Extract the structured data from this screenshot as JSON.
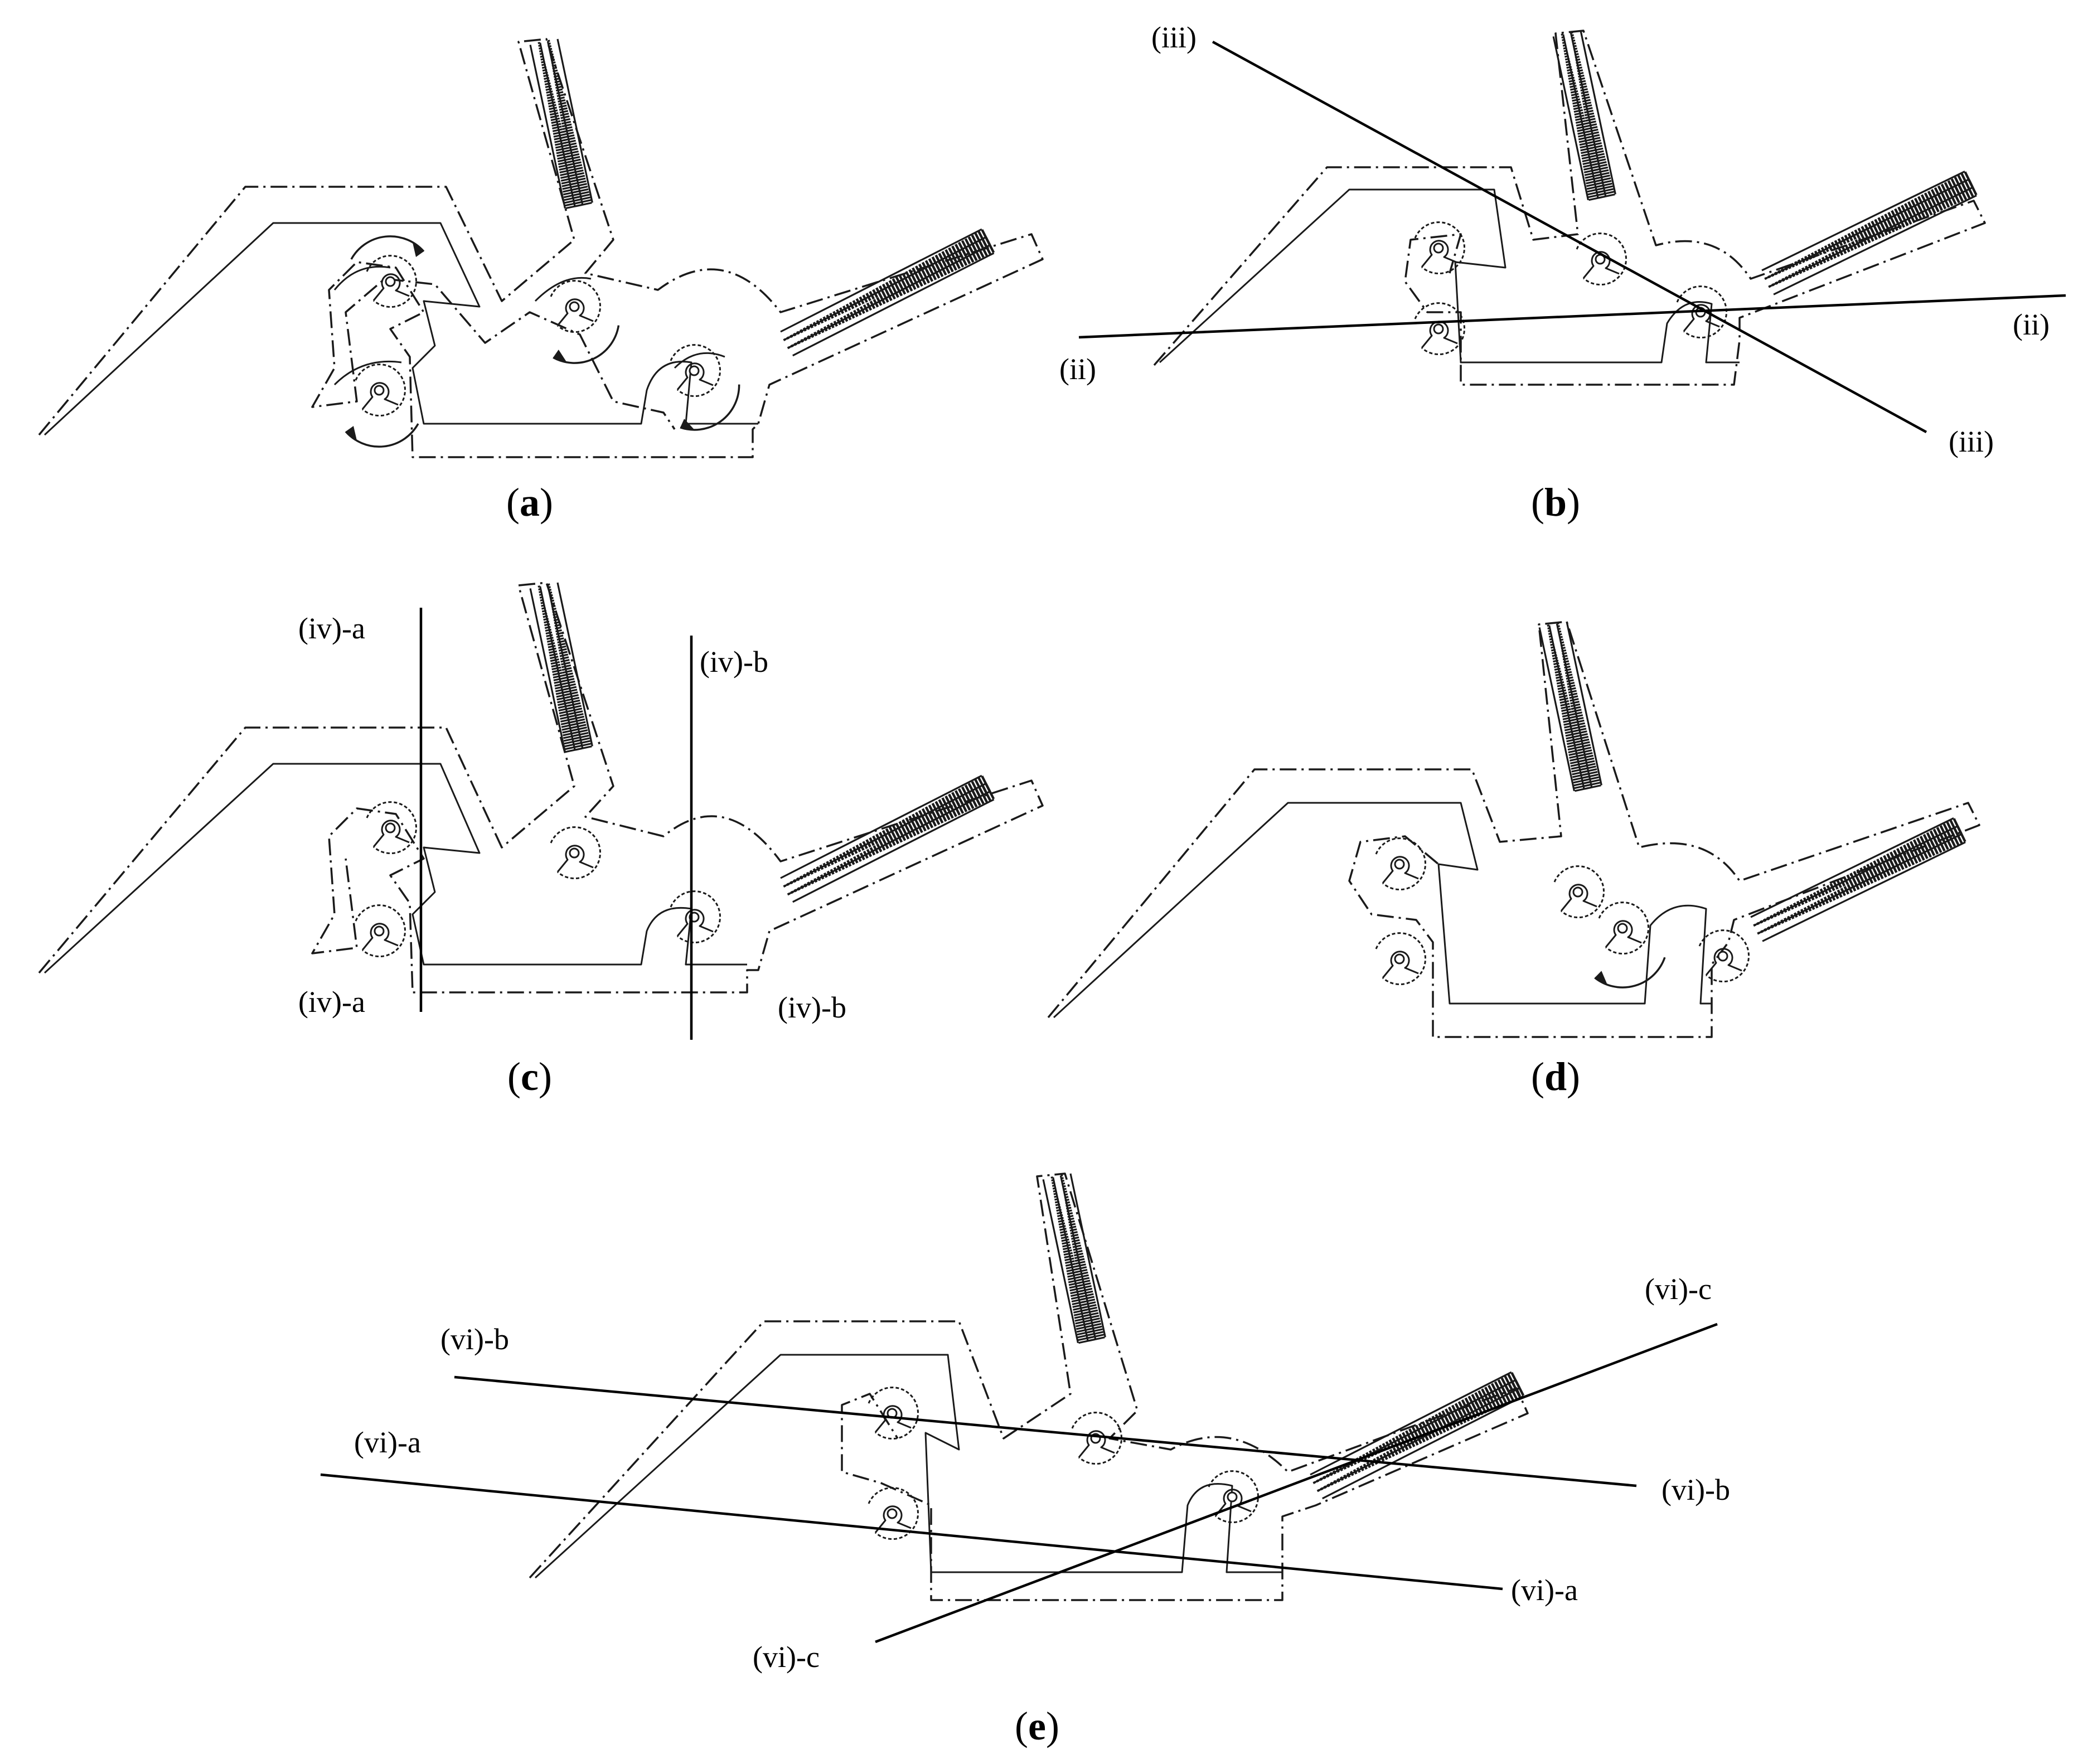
{
  "panels": [
    {
      "letter": "a",
      "caption_open": "(",
      "caption_close": ")",
      "hinge_arrows": "rotation-arrow-icon"
    },
    {
      "letter": "b",
      "caption_open": "(",
      "caption_close": ")"
    },
    {
      "letter": "c",
      "caption_open": "(",
      "caption_close": ")"
    },
    {
      "letter": "d",
      "caption_open": "(",
      "caption_close": ")",
      "hinge_arrows": "rotation-arrow-icon"
    },
    {
      "letter": "e",
      "caption_open": "(",
      "caption_close": ")"
    }
  ],
  "cut_lines": {
    "b": [
      {
        "id": "ii",
        "start_label": "(ii)",
        "end_label": "(ii)"
      },
      {
        "id": "iii",
        "start_label": "(iii)",
        "end_label": "(iii)"
      }
    ],
    "c": [
      {
        "id": "iv-a",
        "start_label": "(iv)-a",
        "end_label": "(iv)-a"
      },
      {
        "id": "iv-b",
        "start_label": "(iv)-b",
        "end_label": "(iv)-b"
      }
    ],
    "e": [
      {
        "id": "vi-a",
        "start_label": "(vi)-a",
        "end_label": "(vi)-a"
      },
      {
        "id": "vi-b",
        "start_label": "(vi)-b",
        "end_label": "(vi)-b"
      },
      {
        "id": "vi-c",
        "start_label": "(vi)-c",
        "end_label": "(vi)-c"
      }
    ]
  },
  "colors": {
    "line": "#1a1a1a",
    "background": "#ffffff"
  }
}
